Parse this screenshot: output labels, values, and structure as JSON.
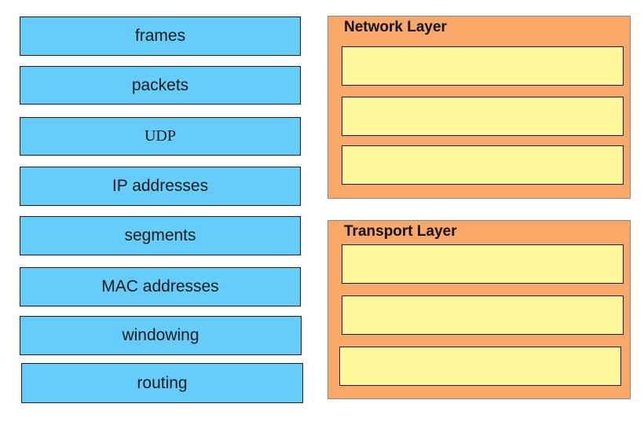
{
  "items": [
    {
      "label": "frames"
    },
    {
      "label": "packets"
    },
    {
      "label": "UDP"
    },
    {
      "label": "IP addresses"
    },
    {
      "label": "segments"
    },
    {
      "label": "MAC addresses"
    },
    {
      "label": "windowing"
    },
    {
      "label": "routing"
    }
  ],
  "network_layer": {
    "title": "Network Layer"
  },
  "transport_layer": {
    "title": "Transport Layer"
  },
  "colors": {
    "item_fill": "#66ccf9",
    "layer_fill": "#f9a868",
    "slot_fill": "#fff79c"
  }
}
